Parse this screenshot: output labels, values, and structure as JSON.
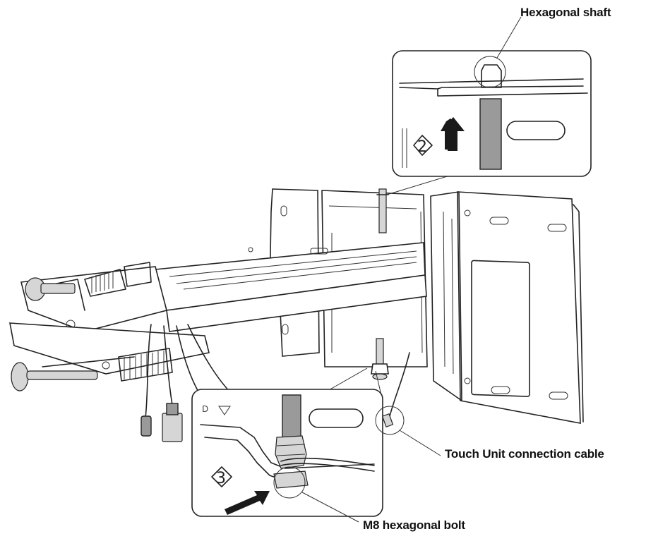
{
  "labels": {
    "hexagonal_shaft": "Hexagonal shaft",
    "touch_unit_cable": "Touch Unit connection cable",
    "m8_bolt": "M8 hexagonal bolt"
  },
  "steps": {
    "step2": "2",
    "step3": "3"
  },
  "marks": {
    "letter_d": "D"
  }
}
